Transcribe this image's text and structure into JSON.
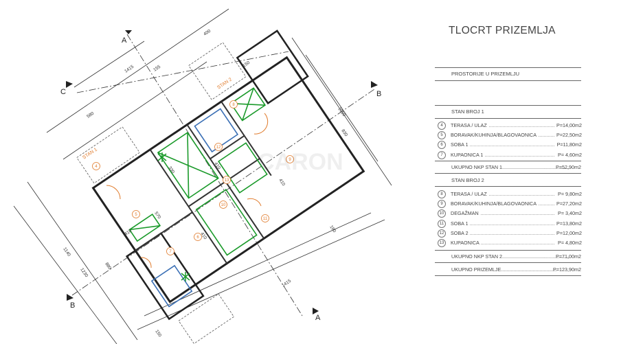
{
  "plan": {
    "section_markers": [
      "A",
      "A",
      "B",
      "B",
      "C"
    ],
    "apartment_labels": [
      "STAN 1",
      "STAN 2"
    ],
    "room_numbers": [
      "4",
      "5",
      "6",
      "7",
      "8",
      "9",
      "10",
      "11",
      "12",
      "13"
    ],
    "dimensions": [
      "400",
      "1415",
      "155",
      "580",
      "1050",
      "830",
      "1140",
      "1230",
      "880",
      "1415",
      "410",
      "330",
      "410",
      "570",
      "410",
      "160",
      "410",
      "150",
      "150"
    ],
    "watermark": "CARON"
  },
  "legend": {
    "title": "TLOCRT PRIZEMLJA",
    "header": "PROSTORIJE U PRIZEMLJU",
    "stan1": {
      "heading": "STAN BROJ 1",
      "rooms": [
        {
          "num": "4",
          "name": "TERASA / ULAZ",
          "area": "P=14,00m2"
        },
        {
          "num": "5",
          "name": "BORAVAK/KUHINJA/BLAGOVAONICA",
          "area": "P=22,50m2"
        },
        {
          "num": "6",
          "name": "SOBA 1",
          "area": "P=11,80m2"
        },
        {
          "num": "7",
          "name": "KUPAONICA 1",
          "area": "P= 4,60m2"
        }
      ],
      "total_label": "UKUPNO NKP STAN 1",
      "total_area": "P=52,90m2"
    },
    "stan2": {
      "heading": "STAN BROJ 2",
      "rooms": [
        {
          "num": "8",
          "name": "TERASA / ULAZ",
          "area": "P= 9,80m2"
        },
        {
          "num": "9",
          "name": "BORAVAK/KUHINJA/BLAGOVAONICA",
          "area": "P=27,20m2"
        },
        {
          "num": "10",
          "name": "DEGAŽMAN",
          "area": "P= 3,40m2"
        },
        {
          "num": "11",
          "name": "SOBA 1",
          "area": "P=13,80m2"
        },
        {
          "num": "12",
          "name": "SOBA 2",
          "area": "P=12,00m2"
        },
        {
          "num": "13",
          "name": "KUPAONICA",
          "area": "P= 4,80m2"
        }
      ],
      "total_label": "UKUPNO NKP STAN 2",
      "total_area": "P=71,00m2"
    },
    "grand_total_label": "UKUPNO PRIZEMLJE",
    "grand_total_area": "P=123,90m2"
  }
}
